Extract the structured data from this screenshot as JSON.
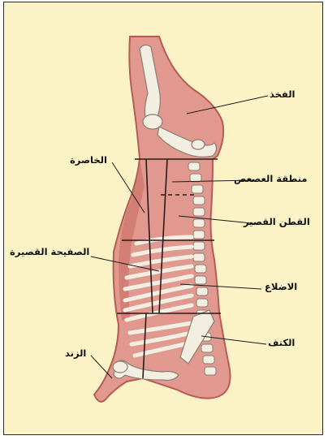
{
  "labels": {
    "thigh": "الفخذ",
    "flank": "الخاصرة",
    "tail_region": "منطقة العصعص",
    "short_loin": "القطن القصير",
    "short_plate": "الصفيحة القصيرة",
    "ribs": "الاضلاع",
    "shoulder": "الكتف",
    "shank": "الزند"
  },
  "colors": {
    "background": "#fbf3c6",
    "meat": "#e1998f",
    "meat_dark": "#c8685e",
    "bone": "#f3eee2",
    "leader_line": "#1a1a1a"
  }
}
